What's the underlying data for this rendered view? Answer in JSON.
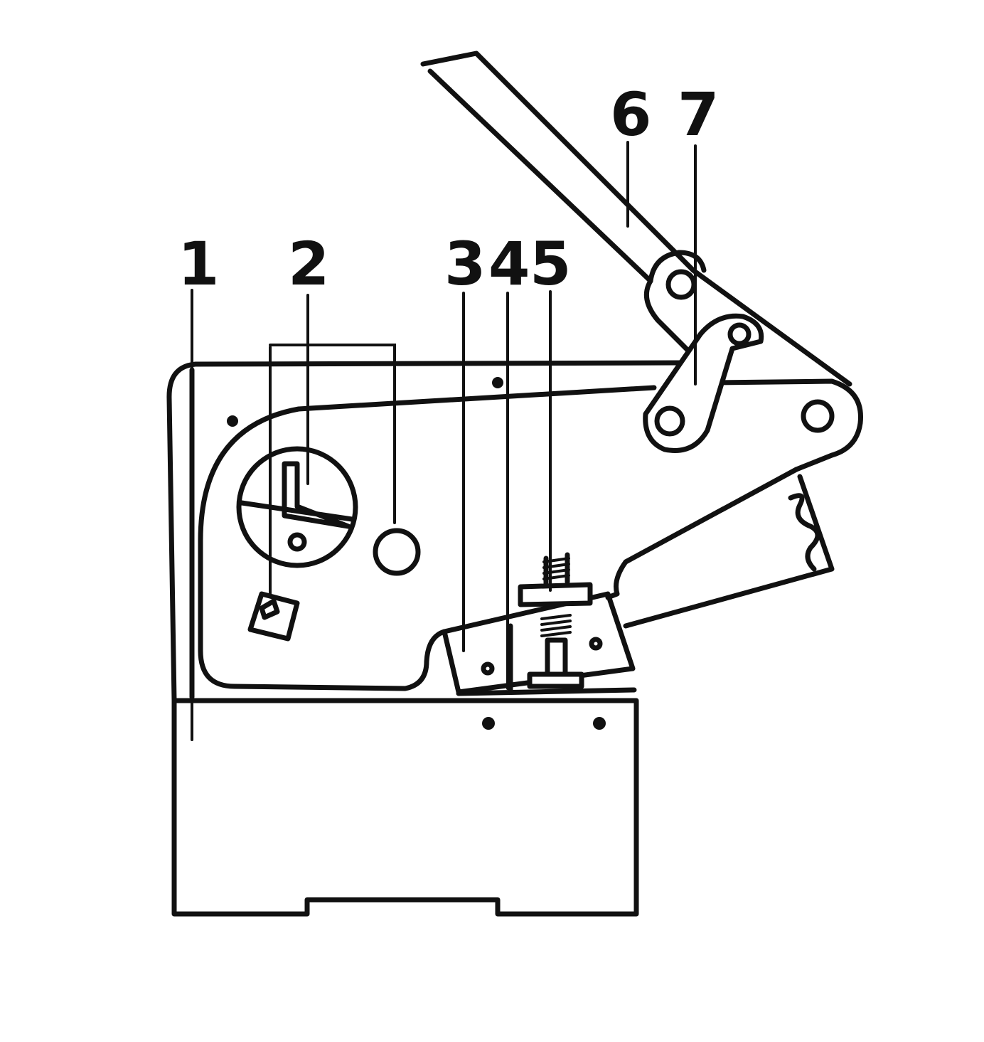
{
  "diagram": {
    "labels": [
      {
        "id": "1",
        "text": "1"
      },
      {
        "id": "2",
        "text": "2"
      },
      {
        "id": "3",
        "text": "3"
      },
      {
        "id": "4",
        "text": "4"
      },
      {
        "id": "5",
        "text": "5"
      },
      {
        "id": "6",
        "text": "6"
      },
      {
        "id": "7",
        "text": "7"
      }
    ],
    "colors": {
      "ink": "#111111",
      "paper": "#ffffff"
    }
  }
}
